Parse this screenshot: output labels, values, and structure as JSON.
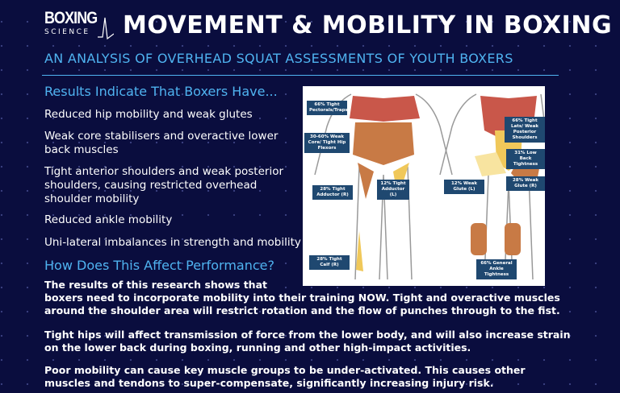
{
  "logo": {
    "line1": "BOXING",
    "line2": "SCIENCE"
  },
  "title": "MOVEMENT & MOBILITY IN BOXING",
  "subtitle": "AN ANALYSIS OF OVERHEAD SQUAT ASSESSMENTS OF YOUTH BOXERS",
  "results_heading": "Results Indicate That Boxers Have...",
  "results": [
    "Reduced hip mobility and weak glutes",
    "Weak core stabilisers and overactive lower back muscles",
    "Tight anterior shoulders and weak posterior shoulders, causing restricted overhead shoulder mobility",
    "Reduced ankle mobility",
    "Uni-lateral imbalances in strength and mobility"
  ],
  "performance_heading": "How Does This Affect Performance?",
  "paragraphs": [
    "The results of this research shows that boxers need to incorporate mobility into their training NOW. Tight and overactive muscles around the shoulder area will restrict rotation and the flow of punches through to the fist.",
    "Tight hips will affect transmission of force from the lower body, and will also increase strain on the lower back during boxing, running and other high-impact activities.",
    "Poor mobility can cause key muscle groups to be under-activated. This causes other muscles and tendons to super-compensate, significantly increasing injury risk."
  ],
  "figure_labels": {
    "pecs": "66% Tight Pectorals/Traps",
    "core": "30-60% Weak Core/ Tight Hip Flexors",
    "add_r": "28% Tight Adductor (R)",
    "add_l": "12% Tight Adductor (L)",
    "calf": "28% Tight Calf (R)",
    "lats": "66% Tight Lats/ Weak Posterior Shoulders",
    "lowback": "31% Low Back Tightness",
    "glute_l": "12% Weak Glute (L)",
    "glute_r": "28% Weak Glute (R)",
    "ankle": "66% General Ankle Tightness"
  },
  "colors": {
    "background": "#0a0d3e",
    "accent": "#4fb3f0",
    "label": "#1f4870",
    "red": "#c9574a",
    "orange": "#c87a45",
    "yellow": "#f0c85a"
  }
}
